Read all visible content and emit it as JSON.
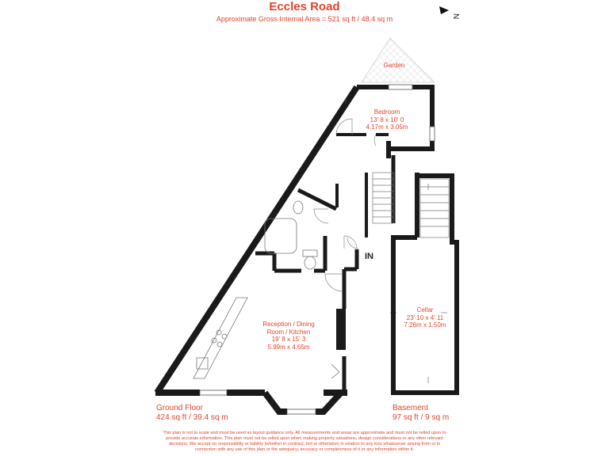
{
  "title": "Eccles Road",
  "subtitle": "Approximate Gross Internal Area = 521 sq ft / 48.4 sq m",
  "compass": {
    "label": "N"
  },
  "rooms": {
    "garden": {
      "name": "Garden"
    },
    "bedroom": {
      "name": "Bedroom",
      "imperial": "13' 8 x 10' 0",
      "metric": "4.17m x 3.05m"
    },
    "reception": {
      "name_line1": "Reception / Dining",
      "name_line2": "Room / Kitchen",
      "imperial": "19' 8 x 15' 3",
      "metric": "5.99m x 4.65m"
    },
    "cellar": {
      "name": "Cellar",
      "imperial": "23' 10 x 4' 11",
      "metric": "7.26m x 1.50m"
    }
  },
  "entrance": {
    "label": "IN"
  },
  "floors": {
    "ground": {
      "name": "Ground Floor",
      "area": "424 sq ft / 39.4 sq m"
    },
    "basement": {
      "name": "Basement",
      "area": "97 sq ft / 9 sq m"
    }
  },
  "disclaimer": [
    "This plan is not to scale and must be used as layout guidance only. All measurements and areas are approximate and must not be relied upon to",
    "provide accurate information. This plan must not be relied upon when making property valuations, design considerations or any other relevant",
    "decisions. We accept no responsibility or liability (whether in contract, tort or otherwise) in relation to any loss whatsoever arising from or in",
    "connection with any use of this plan or the adequacy, accuracy or completeness of it or any information within it."
  ],
  "colors": {
    "accent": "#e2442a",
    "wall": "#1a1a1a",
    "fixture": "#777777"
  }
}
